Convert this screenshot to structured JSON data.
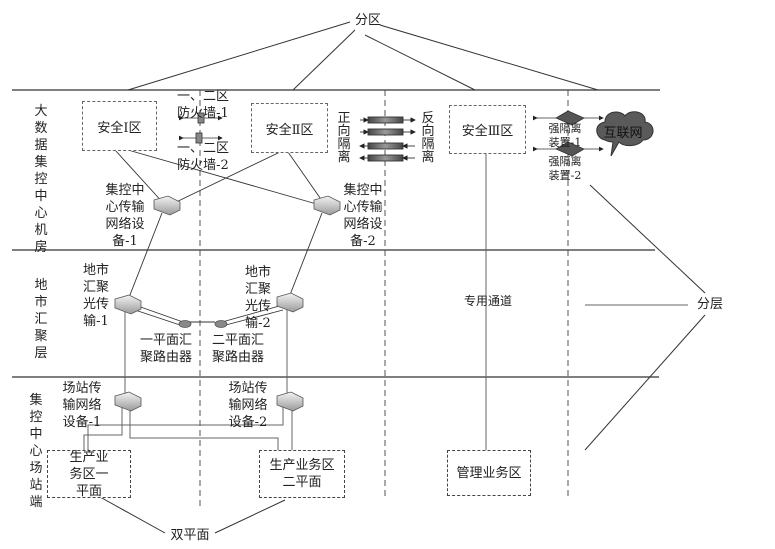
{
  "title_partition": "分区",
  "title_layering": "分层",
  "bottom_label": "双平面",
  "layers": [
    {
      "label": "大数据集控中心机房"
    },
    {
      "label": "地市汇聚层"
    },
    {
      "label": "集控中心场站端"
    }
  ],
  "zones": {
    "zone1": "安全Ⅰ区",
    "zone2": "安全Ⅱ区",
    "zone3": "安全Ⅲ区"
  },
  "firewalls": {
    "fw1": "一、二区\n防火墙-1",
    "fw2": "一、二区\n防火墙-2"
  },
  "isolation": {
    "forward": "正向隔离",
    "reverse": "反向隔离"
  },
  "strong_isolation": {
    "dev1": "强隔离\n装置-1",
    "dev2": "强隔离\n装置-2"
  },
  "internet": "互联网",
  "devices": {
    "center1": "集控中\n心传输\n网络设\n备-1",
    "center2": "集控中\n心传输\n网络设\n备-2",
    "city1": "地市\n汇聚\n光传\n输-1",
    "city2": "地市\n汇聚\n光传\n输-2",
    "router1": "一平面汇\n聚路由器",
    "router2": "二平面汇\n聚路由器",
    "station1": "场站传\n输网络\n设备-1",
    "station2": "场站传\n输网络\n设备-2"
  },
  "dedicated_channel": "专用通道",
  "areas": {
    "prod1": "生产业\n务区一\n平面",
    "prod2": "生产业务区\n二平面",
    "mgmt": "管理业务区"
  }
}
